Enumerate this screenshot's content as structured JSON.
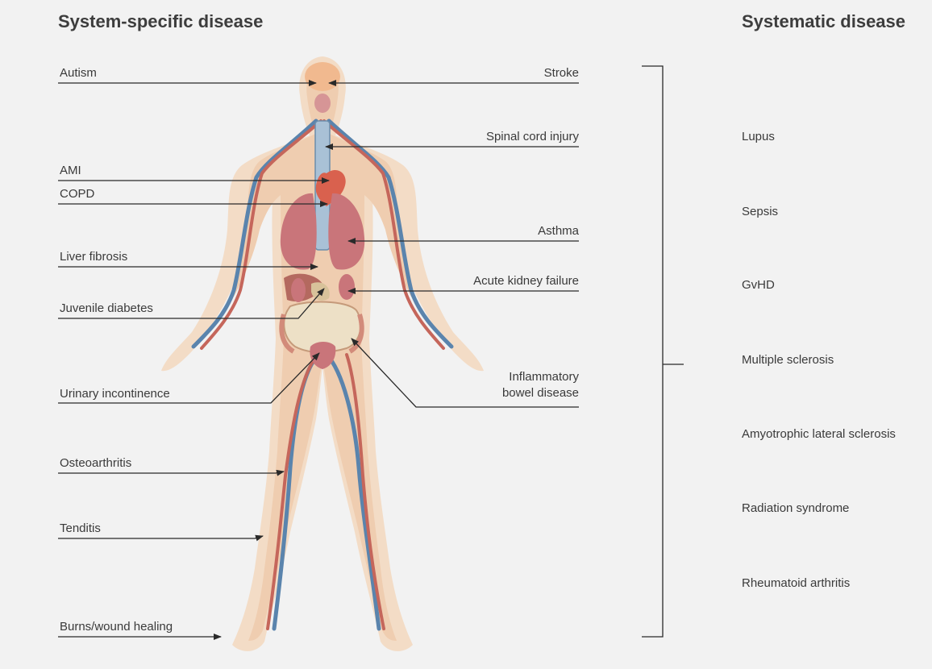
{
  "headings": {
    "left": "System-specific disease",
    "right": "Systematic disease"
  },
  "left_labels": {
    "autism": "Autism",
    "ami": "AMI",
    "copd": "COPD",
    "liver_fibrosis": "Liver fibrosis",
    "juvenile_diabetes": "Juvenile diabetes",
    "urinary_incontinence": "Urinary incontinence",
    "osteoarthritis": "Osteoarthritis",
    "tenditis": "Tenditis",
    "burns": "Burns/wound healing"
  },
  "right_labels": {
    "stroke": "Stroke",
    "spinal_cord_injury": "Spinal cord injury",
    "asthma": "Asthma",
    "acute_kidney_failure": "Acute kidney failure",
    "ibd_line1": "Inflammatory",
    "ibd_line2": "bowel disease"
  },
  "systematic_diseases": [
    "Lupus",
    "Sepsis",
    "GvHD",
    "Multiple sclerosis",
    "Amyotrophic lateral sclerosis",
    "Radiation syndrome",
    "Rheumatoid arthritis"
  ],
  "colors": {
    "background": "#f2f2f2",
    "body_outer": "#f3d9c2",
    "body_inner": "#ecc7a8",
    "vein": "#5a84ad",
    "artery": "#c5665b",
    "organ": "#c9757a",
    "line": "#3a3a3a"
  }
}
